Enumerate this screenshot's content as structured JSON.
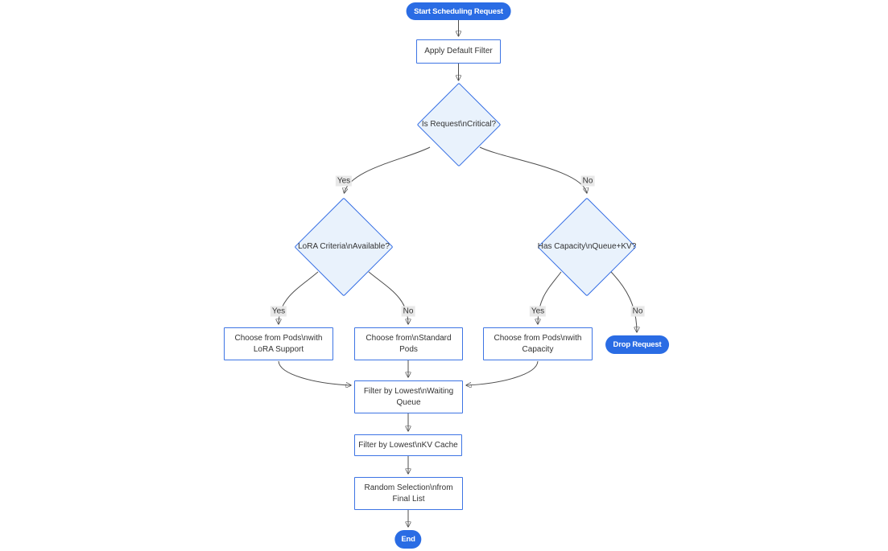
{
  "diagram": {
    "type": "flowchart",
    "direction": "top-down",
    "background": "#ffffff",
    "colors": {
      "terminal_fill": "#2a6ce4",
      "terminal_text": "#ffffff",
      "process_fill": "#ffffff",
      "process_border": "#3d74e4",
      "decision_fill": "#e9f2fc",
      "decision_border": "#316be4",
      "edge_color": "#4d4d4d",
      "arrow_color": "#333333",
      "edge_label_bg": "#e8e8e8",
      "text_color": "#333333"
    },
    "nodes": {
      "start": {
        "label": "Start Scheduling Request",
        "shape": "stadium"
      },
      "apply_filter": {
        "label": "Apply Default Filter",
        "shape": "process"
      },
      "is_critical": {
        "label": "Is Request\\nCritical?",
        "shape": "decision"
      },
      "lora_criteria": {
        "label": "LoRA Criteria\\nAvailable?",
        "shape": "decision"
      },
      "has_capacity": {
        "label": "Has Capacity\\nQueue+KV?",
        "shape": "decision"
      },
      "choose_lora": {
        "label": "Choose from Pods\\nwith LoRA Support",
        "shape": "process"
      },
      "choose_standard": {
        "label": "Choose from\\nStandard Pods",
        "shape": "process"
      },
      "choose_capacity": {
        "label": "Choose from Pods\\nwith Capacity",
        "shape": "process"
      },
      "drop_request": {
        "label": "Drop Request",
        "shape": "stadium"
      },
      "filter_waiting": {
        "label": "Filter by Lowest\\nWaiting Queue",
        "shape": "process"
      },
      "filter_kv": {
        "label": "Filter by Lowest\\nKV Cache",
        "shape": "process"
      },
      "random_selection": {
        "label": "Random Selection\\nfrom Final List",
        "shape": "process"
      },
      "end": {
        "label": "End",
        "shape": "stadium"
      }
    },
    "edges": [
      {
        "from": "start",
        "to": "apply_filter"
      },
      {
        "from": "apply_filter",
        "to": "is_critical"
      },
      {
        "from": "is_critical",
        "to": "lora_criteria",
        "label": "Yes"
      },
      {
        "from": "is_critical",
        "to": "has_capacity",
        "label": "No"
      },
      {
        "from": "lora_criteria",
        "to": "choose_lora",
        "label": "Yes"
      },
      {
        "from": "lora_criteria",
        "to": "choose_standard",
        "label": "No"
      },
      {
        "from": "has_capacity",
        "to": "choose_capacity",
        "label": "Yes"
      },
      {
        "from": "has_capacity",
        "to": "drop_request",
        "label": "No"
      },
      {
        "from": "choose_lora",
        "to": "filter_waiting"
      },
      {
        "from": "choose_standard",
        "to": "filter_waiting"
      },
      {
        "from": "choose_capacity",
        "to": "filter_waiting"
      },
      {
        "from": "filter_waiting",
        "to": "filter_kv"
      },
      {
        "from": "filter_kv",
        "to": "random_selection"
      },
      {
        "from": "random_selection",
        "to": "end"
      }
    ]
  }
}
